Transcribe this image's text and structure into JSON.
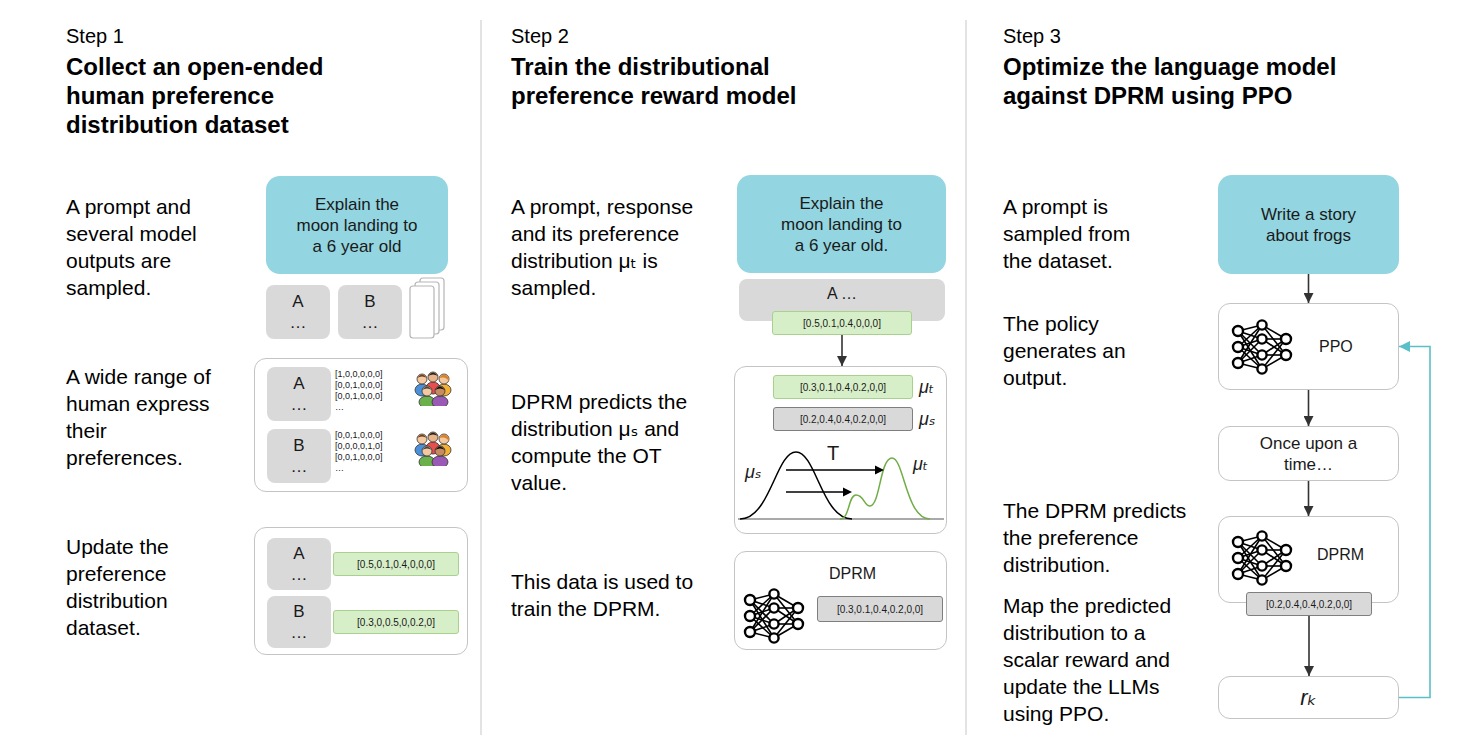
{
  "diagram": {
    "nodes": [
      {
        "text": [
          "Explain the moon landing to a 6 year old"
        ]
      },
      {
        "text": [
          "A …"
        ]
      },
      {
        "text": [
          "B …"
        ]
      },
      {
        "text": [
          "[1,0,0,0,0,0] [0,0,1,0,0,0] [0,0,1,0,0,0] …",
          "[0,0,1,0,0,0] [0,0,0,0,1,0] [0,0,1,0,0,0] …"
        ]
      },
      {
        "text": [
          "A …"
        ],
        "in": 3
      },
      {
        "text": [
          "B …"
        ],
        "in": 3
      },
      {
        "text": []
      },
      {
        "text": [
          "A …"
        ],
        "in": 6
      },
      {
        "text": [
          "[0.5,0.1,0.4,0,0,0]"
        ],
        "in": 6
      },
      {
        "text": [
          "B …"
        ],
        "in": 6
      },
      {
        "text": [
          "[0.3,0,0.5,0,0.2,0]"
        ],
        "in": 6
      },
      {
        "text": [
          "Explain the moon landing to a 6 year old."
        ]
      },
      {
        "text": [
          "A …"
        ]
      },
      {
        "text": [
          "[0.5,0.1,0.4,0,0,0]"
        ]
      },
      {
        "text": [
          "μₜ",
          "μₛ",
          "T",
          "μₛ",
          "μₜ"
        ]
      },
      {
        "text": [
          "[0.3,0.1,0.4,0.2,0,0]"
        ],
        "in": 14
      },
      {
        "text": [
          "[0.2,0.4,0.4,0.2,0,0]"
        ],
        "in": 14
      },
      {
        "text": [
          "DPRM"
        ]
      },
      {
        "text": [
          "[0.3,0.1,0.4,0.2,0,0]"
        ],
        "in": 17
      },
      {
        "text": [
          "Write a story about frogs"
        ]
      },
      {
        "text": [
          "PPO"
        ]
      },
      {
        "text": [
          "Once upon a time…"
        ]
      },
      {
        "text": [
          "DPRM"
        ]
      },
      {
        "text": [
          "[0.2,0.4,0.4,0.2,0,0]"
        ]
      },
      {
        "text": [
          "rₖ"
        ]
      }
    ],
    "edges": [
      {
        "from": 13,
        "to": 14,
        "arrow": "to"
      },
      {
        "from": 19,
        "to": 20,
        "arrow": "to"
      },
      {
        "from": 20,
        "to": 21,
        "arrow": "to"
      },
      {
        "from": 21,
        "to": 22,
        "arrow": "to"
      },
      {
        "from": 23,
        "to": 24,
        "arrow": "to"
      },
      {
        "from": 24,
        "to": 20,
        "arrow": "to"
      }
    ],
    "labels": [
      "Step 1",
      "Collect an open-ended human preference distribution dataset",
      "A prompt and several model outputs are sampled.",
      "A wide range of human express their preferences.",
      "Update the preference distribution dataset.",
      "Step 2",
      "Train the distributional preference reward model",
      "A prompt, response and its preference distribution μₜ is sampled.",
      "DPRM predicts the distribution μₛ and compute the OT value.",
      "This data is used to train the DPRM.",
      "Step 3",
      "Optimize the language model against DPRM using PPO",
      "A prompt is sampled from the dataset.",
      "The policy generates an output.",
      "The DPRM predicts the preference distribution.",
      "Map the predicted distribution to a scalar reward and update the LLMs using PPO."
    ]
  }
}
